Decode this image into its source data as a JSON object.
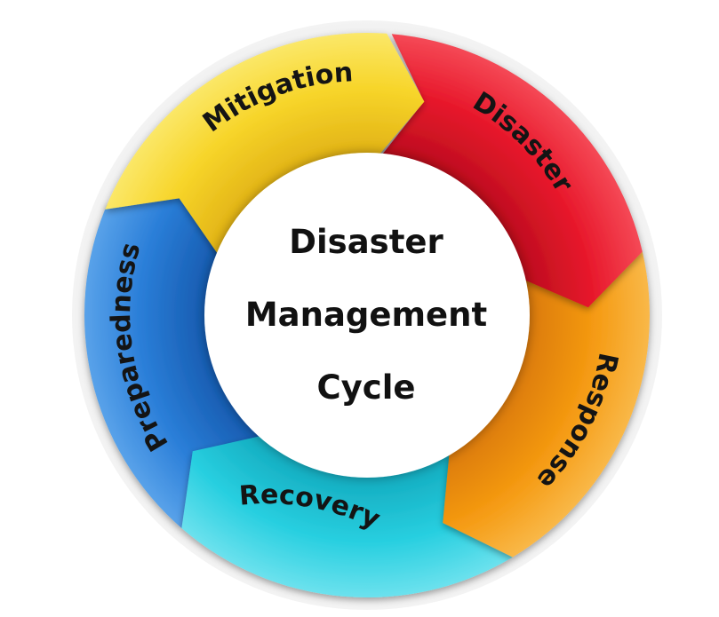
{
  "center": {
    "line1": "Disaster",
    "line2": "Management",
    "line3": "Cycle"
  },
  "stages": [
    {
      "label": "Mitigation",
      "color": "#f7d52a",
      "dark": "#e0b014",
      "light": "#fbe86a"
    },
    {
      "label": "Disaster",
      "color": "#e8192c",
      "dark": "#b80c1c",
      "light": "#f54a57"
    },
    {
      "label": "Response",
      "color": "#f59a12",
      "dark": "#d97806",
      "light": "#f9b94a"
    },
    {
      "label": "Recovery",
      "color": "#28cfe0",
      "dark": "#12a9bd",
      "light": "#6ee2ee"
    },
    {
      "label": "Preparedness",
      "color": "#2a7ed8",
      "dark": "#1558ac",
      "light": "#5aa3ea"
    }
  ],
  "ring_color": "#d9d9d9"
}
